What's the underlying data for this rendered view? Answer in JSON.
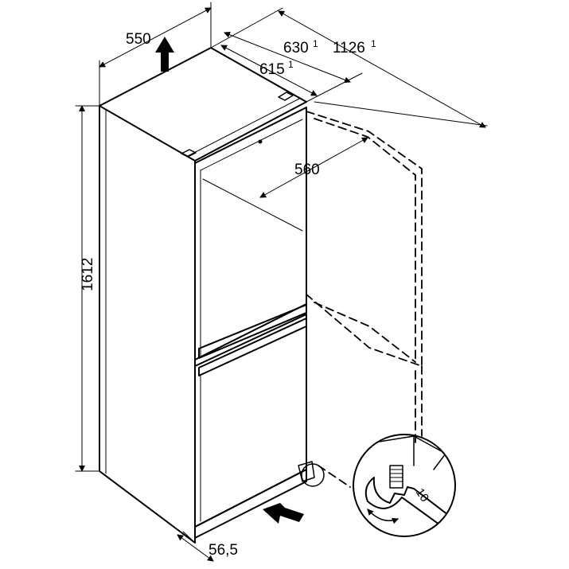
{
  "diagram": {
    "dimensions": {
      "width": "550",
      "depth_total": "630",
      "depth_total_sup": "1",
      "depth_open": "1126",
      "depth_open_sup": "1",
      "depth_body": "615",
      "depth_body_sup": "1",
      "door_clearance": "560",
      "height": "1612",
      "plinth_gap": "56,5",
      "wrench_size": "10"
    },
    "icons": [
      "up-arrow-icon",
      "right-arrow-icon",
      "wrench-icon",
      "rotate-arrow-icon"
    ]
  }
}
